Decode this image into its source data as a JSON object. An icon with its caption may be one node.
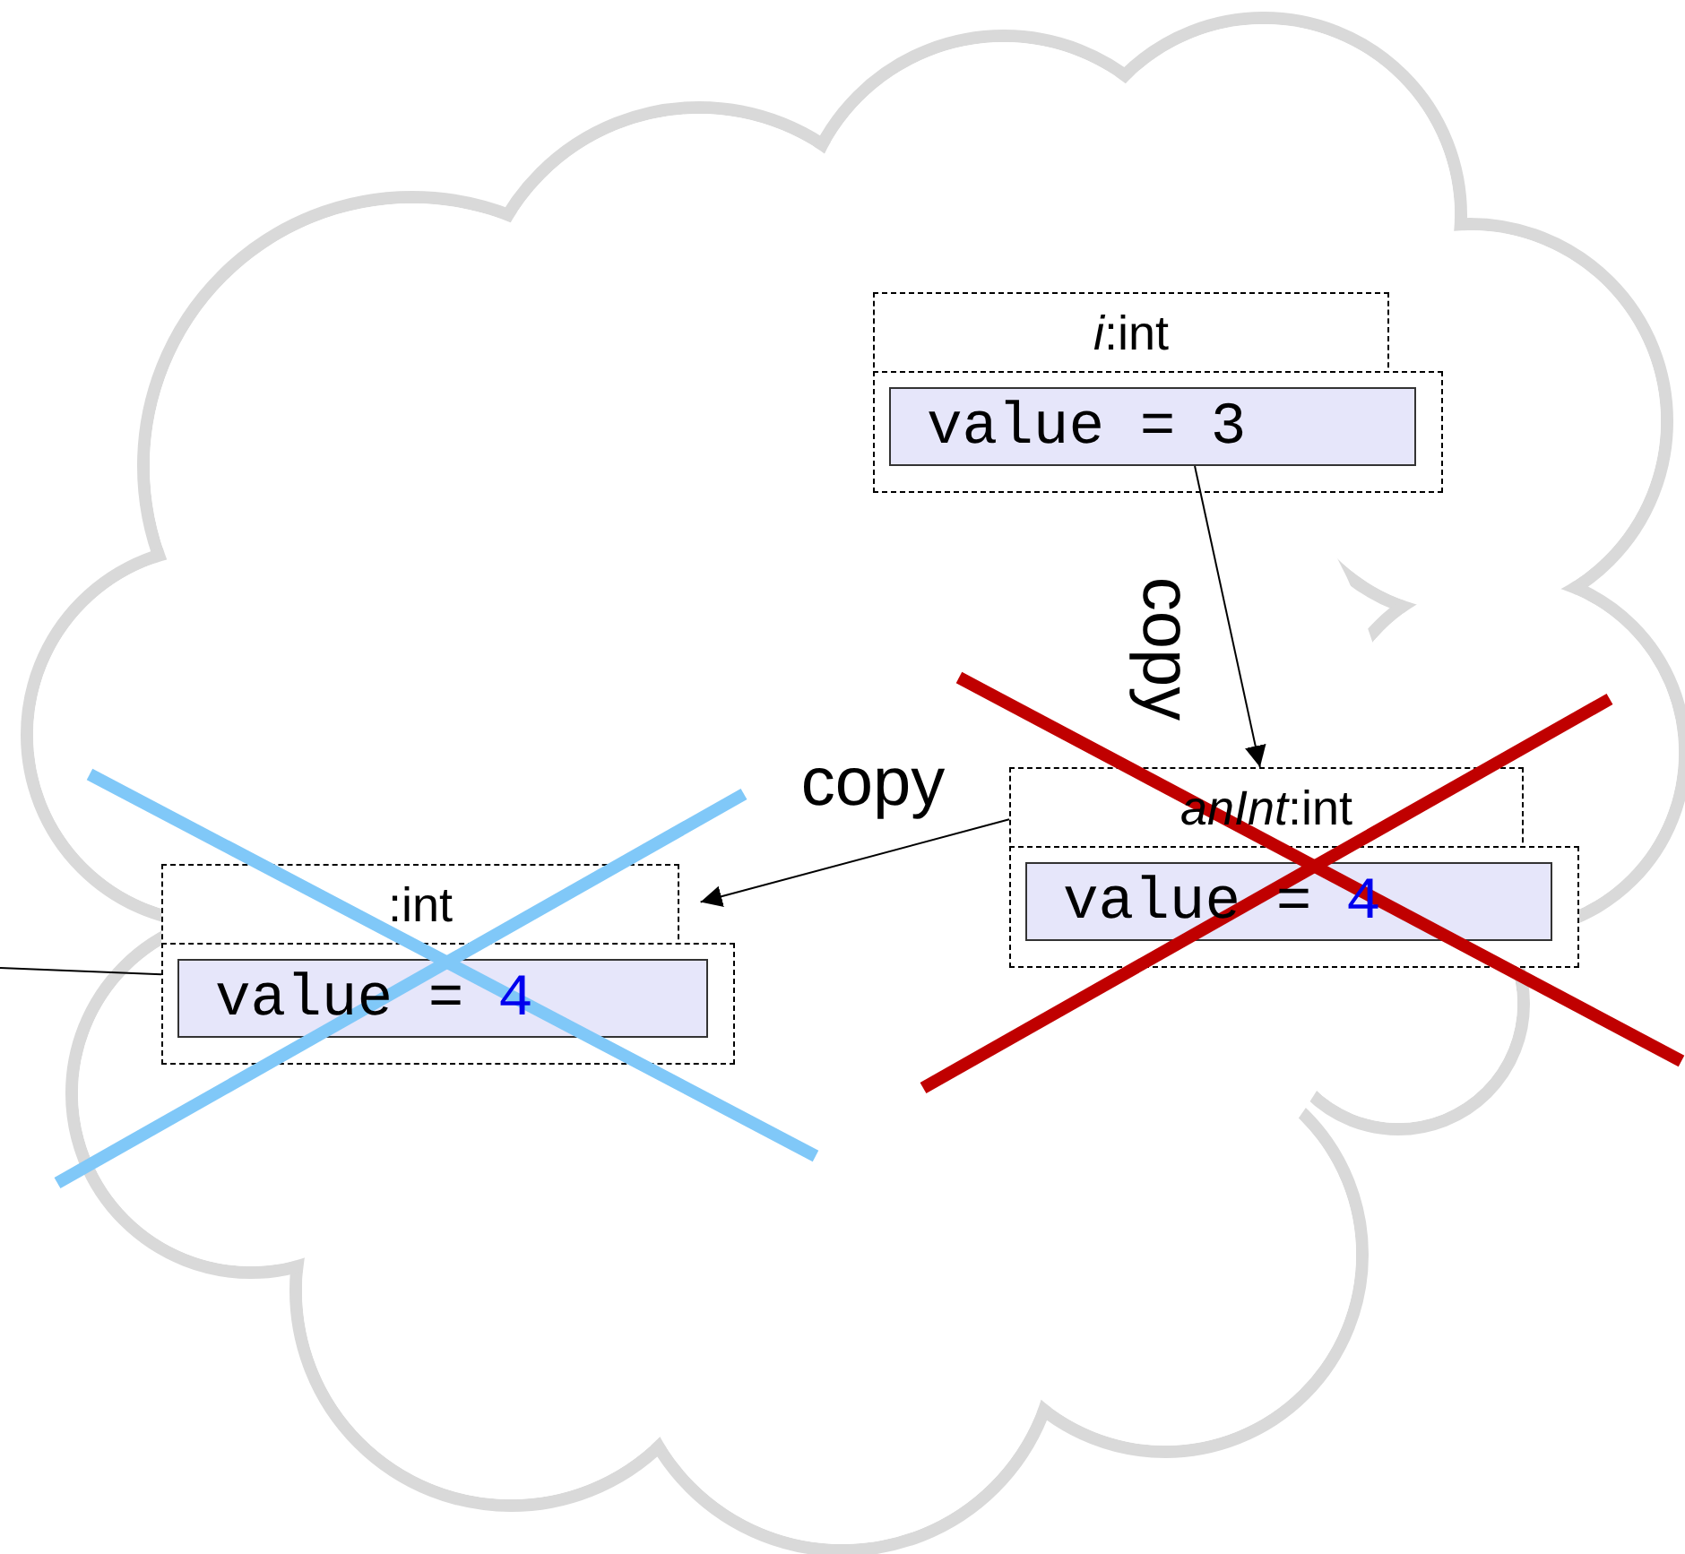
{
  "diagram": {
    "nodes": [
      {
        "text": [],
        "shape": "cloud"
      },
      {
        "text": [
          "*i*:int"
        ],
        "in": 0
      },
      {
        "text": [
          "value = 3"
        ],
        "in": 1
      },
      {
        "text": [
          "*anInt*:int"
        ],
        "in": 0
      },
      {
        "text": [
          "value =",
          "4"
        ],
        "in": 3
      },
      {
        "text": [
          ":int"
        ],
        "in": 0
      },
      {
        "text": [
          "value =",
          "4"
        ],
        "in": 5
      }
    ],
    "edges": [
      {
        "from": 2,
        "to": 3,
        "arrow": "to",
        "label": "copy"
      },
      {
        "from": 3,
        "to": 5,
        "arrow": "to",
        "label": "copy"
      },
      {
        "from": null,
        "to": 5,
        "arrow": "none"
      }
    ]
  }
}
